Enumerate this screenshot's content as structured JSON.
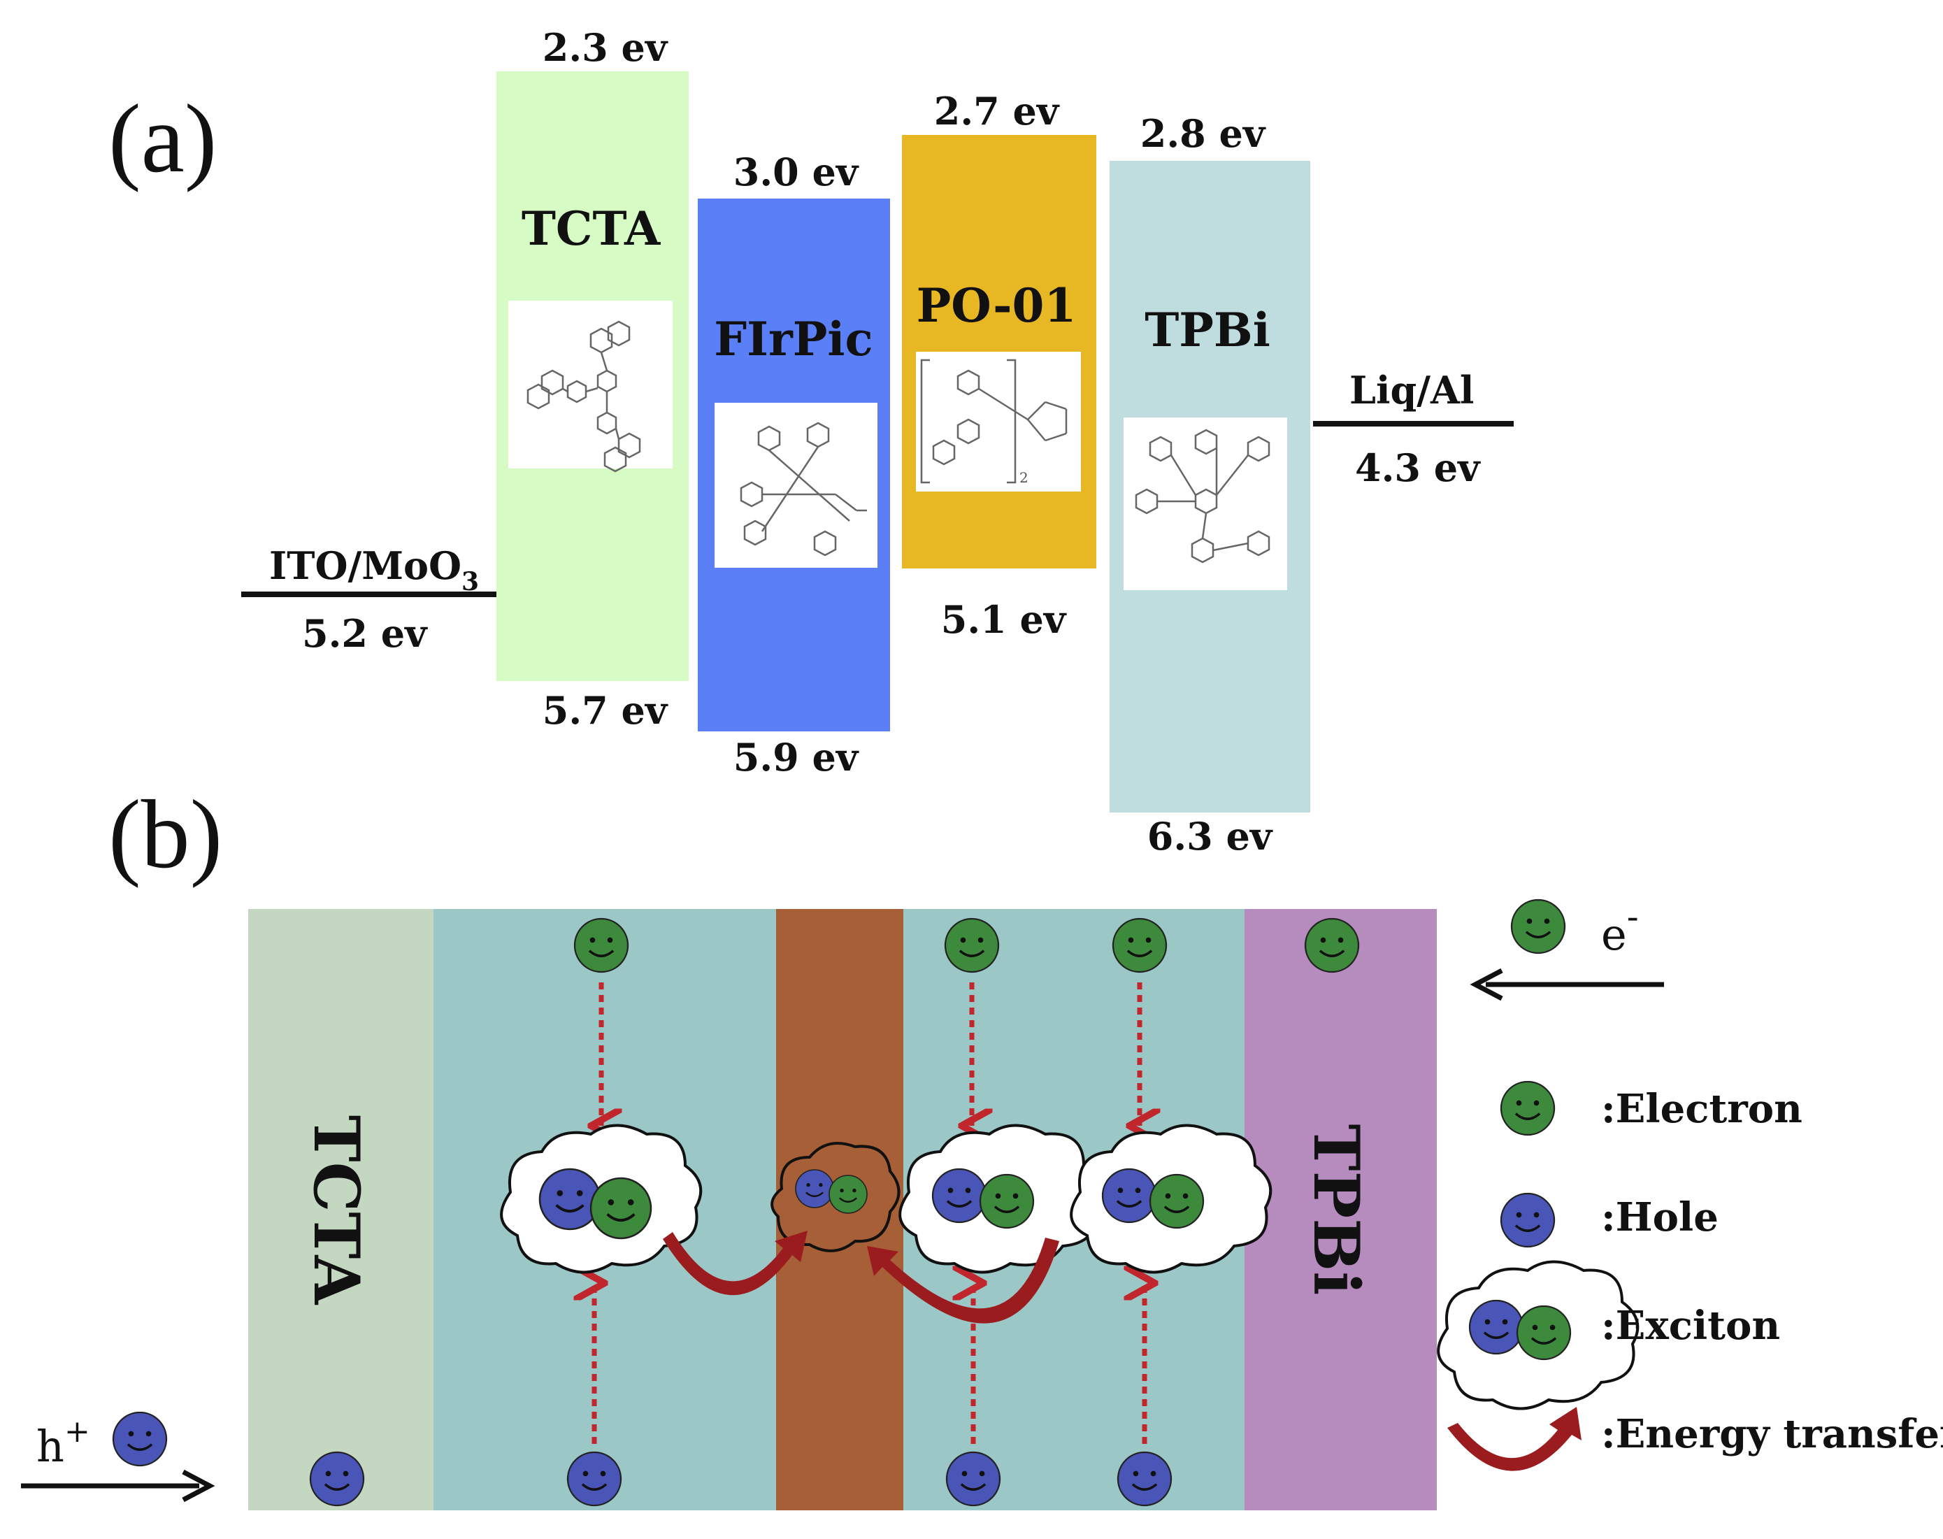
{
  "panels": {
    "a": "(a)",
    "b": "(b)"
  },
  "energy": {
    "electrodes": [
      {
        "name": "ITO/MoO",
        "sub": "3",
        "level": "5.2 ev"
      },
      {
        "name": "Liq/Al",
        "sub": "",
        "level": "4.3 ev"
      }
    ],
    "layers": [
      {
        "name": "TCTA",
        "lumo": "2.3 ev",
        "homo": "5.7 ev",
        "color": "#d6fbc4"
      },
      {
        "name": "FIrPic",
        "lumo": "3.0 ev",
        "homo": "5.9 ev",
        "color": "#5a7ff7"
      },
      {
        "name": "PO-01",
        "lumo": "2.7 ev",
        "homo": "5.1 ev",
        "color": "#e8b824"
      },
      {
        "name": "TPBi",
        "lumo": "2.8 ev",
        "homo": "6.3 ev",
        "color": "#bfdcdf"
      }
    ]
  },
  "device": {
    "left_label": "TCTA",
    "right_label": "TPBi",
    "hole_input": "h",
    "hole_sup": "+",
    "electron_input": "e",
    "electron_sup": "-",
    "colors": {
      "tcta": "#c3d7c1",
      "host": "#9cc7c7",
      "po01": "#a65f36",
      "tpbi": "#b58cbd",
      "electron": "#3d8a3d",
      "hole": "#4a55b8",
      "arrow": "#c0262b"
    }
  },
  "legend": {
    "electron": ":Electron",
    "hole": ":Hole",
    "exciton": ":Exciton",
    "energy_transfer": ":Energy transfer"
  }
}
